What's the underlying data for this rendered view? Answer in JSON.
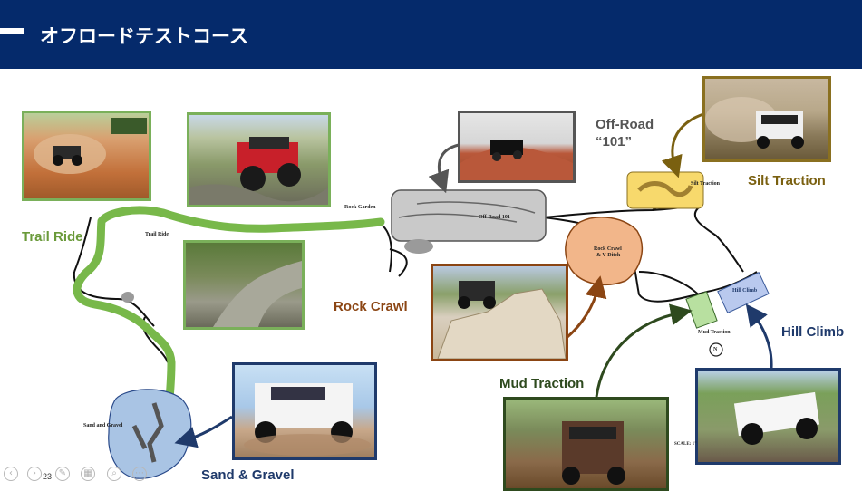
{
  "header": {
    "title": "オフロードテストコース"
  },
  "labels": {
    "trail_ride": "Trail Ride",
    "rock_crawl": "Rock Crawl",
    "off_road_line1": "Off-Road",
    "off_road_line2": "“101”",
    "silt_traction": "Silt Traction",
    "hill_climb": "Hill Climb",
    "mud_traction": "Mud Traction",
    "sand_gravel": "Sand & Gravel"
  },
  "map_labels": {
    "rock_garden": "Rock Garden",
    "trail_ride_small": "Trail Ride",
    "off_road_101": "Off-Road 101",
    "silt_traction_small": "Silt Traction",
    "rock_crawl_vditch": "Rock Crawl",
    "vditch": "& V-Ditch",
    "hill_climb_small": "Hill Climb",
    "mud_traction_small": "Mud Traction",
    "sand_gravel_small": "Sand and Gravel",
    "north": "N",
    "scale": "SCALE: 1\""
  },
  "footer": {
    "page_number": "23"
  },
  "colors": {
    "header_bg": "#052a6b",
    "trail_green": "#78b84a",
    "rock_crawl_brown": "#8b4513",
    "off_road_gray": "#555555",
    "silt_gold": "#7a6010",
    "hill_climb_blue": "#1f3a6b",
    "mud_green": "#2e4a1e",
    "sand_blue": "#1f3a6b"
  },
  "icons": [
    "prev-slide-icon",
    "next-slide-icon",
    "pen-icon",
    "slides-grid-icon",
    "zoom-icon",
    "more-icon"
  ]
}
